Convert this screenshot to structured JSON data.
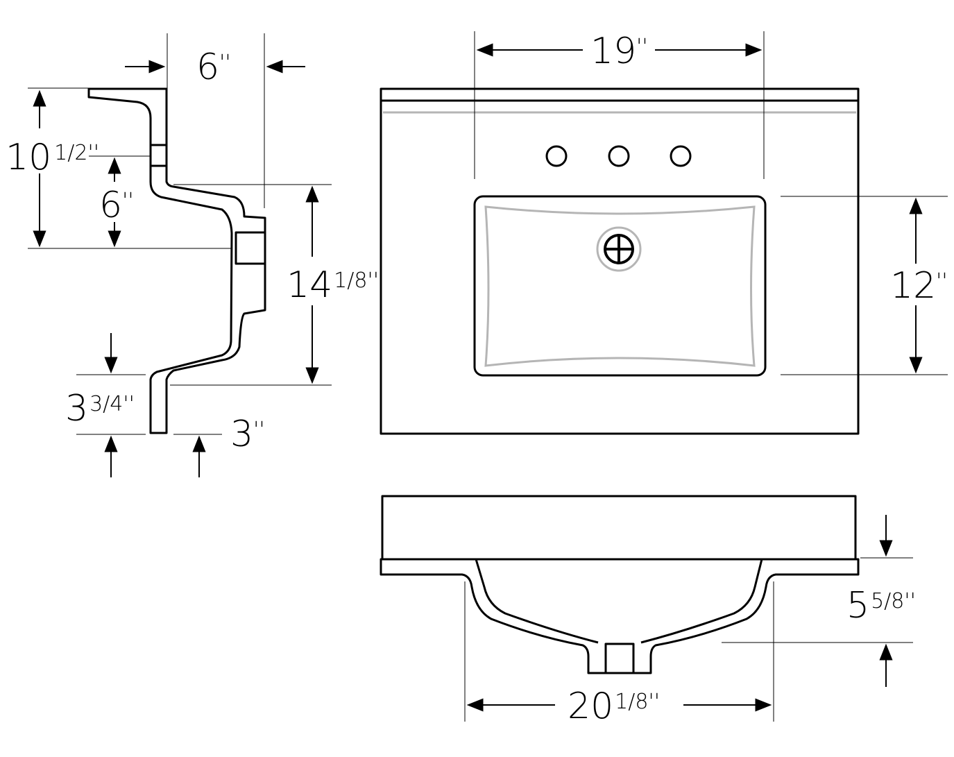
{
  "dimensions": {
    "side_top_depth": {
      "whole": "6",
      "frac": "",
      "unit": "''"
    },
    "side_deck_height": {
      "whole": "10",
      "frac": "1/2",
      "unit": "''"
    },
    "side_faucet_to_bowl": {
      "whole": "6",
      "frac": "",
      "unit": "''"
    },
    "side_bowl_depth": {
      "whole": "14",
      "frac": "1/8",
      "unit": "''"
    },
    "side_apron_height": {
      "whole": "3",
      "frac": "3/4",
      "unit": "''"
    },
    "side_apron_offset": {
      "whole": "3",
      "frac": "",
      "unit": "''"
    },
    "top_bowl_width": {
      "whole": "19",
      "frac": "",
      "unit": "''"
    },
    "top_bowl_length": {
      "whole": "12",
      "frac": "",
      "unit": "''"
    },
    "front_bowl_drop": {
      "whole": "5",
      "frac": "5/8",
      "unit": "''"
    },
    "front_bowl_outer_width": {
      "whole": "20",
      "frac": "1/8",
      "unit": "''"
    }
  },
  "features": {
    "faucet_holes": 3,
    "drain_icon": "drain-cross-icon"
  }
}
